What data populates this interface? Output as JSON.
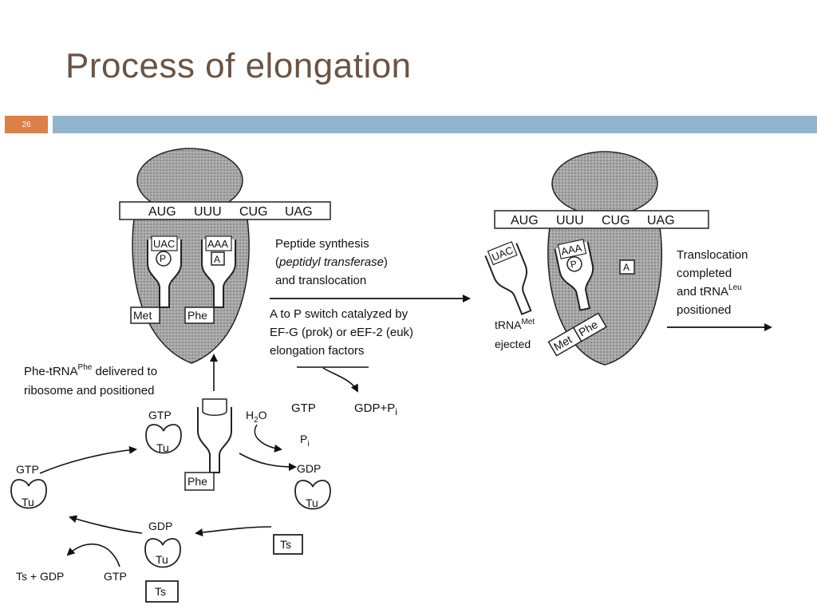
{
  "slide": {
    "title": "Process of elongation",
    "page_number": "26"
  },
  "ribosome_left": {
    "codons": [
      "AUG",
      "UUU",
      "CUG",
      "UAG"
    ],
    "anticodons": [
      "UAC",
      "AAA"
    ],
    "sites": [
      "P",
      "A"
    ],
    "amino_acids": [
      "Met",
      "Phe"
    ]
  },
  "step_text": {
    "line1": "Peptide synthesis",
    "line2_open": "(",
    "line2_italic": "peptidyl transferase",
    "line2_close": ")",
    "line3": "and translocation",
    "line4": "A to P switch catalyzed by",
    "line5": "EF-G (prok) or eEF-2 (euk)",
    "line6": "elongation factors",
    "gtp": "GTP",
    "gdp_pi": "GDP+P",
    "pi_sub": "i"
  },
  "ribosome_right": {
    "codons": [
      "AUG",
      "UUU",
      "CUG",
      "UAG"
    ],
    "anticodons": [
      "UAC",
      "AAA"
    ],
    "sites": [
      "P",
      "A"
    ],
    "amino_acids": [
      "Met",
      "Phe"
    ],
    "ejected_line1": "tRNA",
    "ejected_sup": "Met",
    "ejected_line2": "ejected",
    "translocation_line1": "Translocation",
    "translocation_line2": "completed",
    "translocation_line3": "and tRNA",
    "translocation_sup": "Leu",
    "translocation_line4": "positioned"
  },
  "cycle": {
    "delivered_line1": "Phe-tRNA",
    "delivered_sup": "Phe",
    "delivered_line1b": " delivered to",
    "delivered_line2": "ribosome and positioned",
    "gtp_top": "GTP",
    "tu_top": "Tu",
    "phe_label": "Phe",
    "h2o": "H",
    "h2o_sub": "2",
    "h2o_o": "O",
    "pi": "P",
    "pi_sub": "i",
    "gdp_right": "GDP",
    "tu_right": "Tu",
    "ts_right": "Ts",
    "gdp_bottom": "GDP",
    "tu_bottom": "Tu",
    "ts_bottom": "Ts",
    "gtp_left": "GTP",
    "tu_left": "Tu",
    "ts_gdp": "Ts + GDP",
    "gtp_bottom_left": "GTP"
  }
}
